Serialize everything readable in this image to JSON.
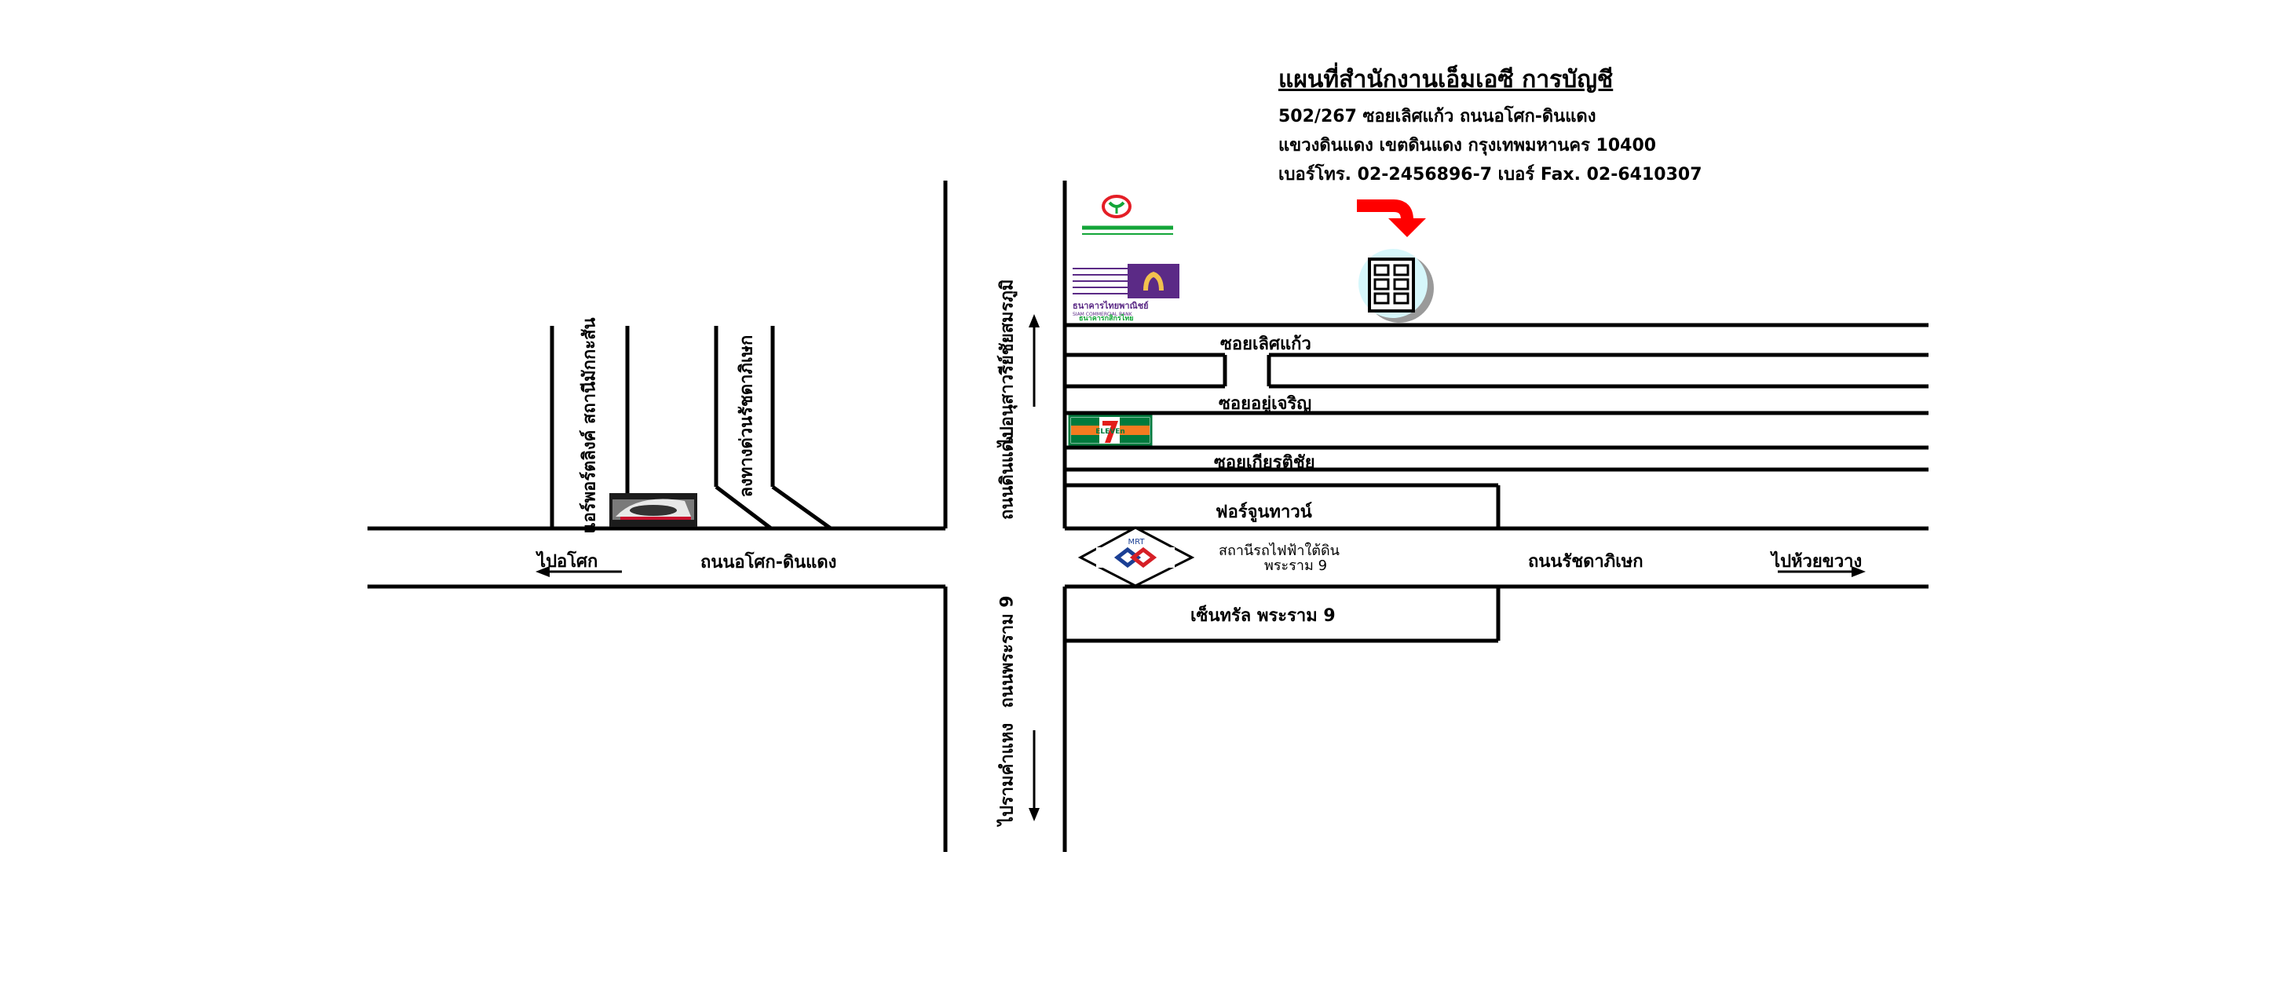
{
  "header": {
    "title": "แผนที่สำนักงานเอ็มเอซี การบัญชี",
    "address_line1": "502/267 ซอยเลิศแก้ว  ถนนอโศก-ดินแดง",
    "address_line2": "แขวงดินแดง  เขตดินแดง กรุงเทพมหานคร 10400",
    "contact_line": "เบอร์โทร. 02-2456896-7   เบอร์ Fax.  02-6410307"
  },
  "roads": {
    "soi_lertkaew": "ซอยเลิศแก้ว",
    "soi_yucharoen": "ซอยอยู่เจริญ",
    "soi_kiattichai": "ซอยเกียรติชัย",
    "asoke_dindaeng": "ถนนอโศก-ดินแดง",
    "ratchadaphisek": "ถนนรัชดาภิเษก",
    "din_daeng": "ถนนดินแดง",
    "rama9": "ถนนพระราม 9"
  },
  "directions": {
    "to_asoke": "ไปอโศก",
    "to_huai_khwang": "ไปห้วยขวาง",
    "to_victory_monument": "ไปอนุสาวรีย์ชัยสมรภูมิ",
    "to_ram_khamhaeng": "ไปรามคำแหง",
    "expressway_ratchada": "ลงทางด่วนรัชดาภิเษก",
    "airport_link": "แอร์พอร์ตลิงค์ สถานีมักกะสัน"
  },
  "places": {
    "fortune_town": "ฟอร์จูนทาวน์",
    "central_rama9": "เซ็นทรัล พระราม 9",
    "mrt_station_line1": "สถานีรถไฟฟ้าใต้ดิน",
    "mrt_station_line2": "พระราม 9",
    "mrt_logo_text": "MRT",
    "kbank_text": "ธนาคารกสิกรไทย",
    "scb_text_th": "ธนาคารไทยพาณิชย์",
    "scb_text_en": "SIAM COMMERCIAL BANK",
    "seven_eleven": "ELEVEn"
  },
  "icons": [
    "kbank-logo-icon",
    "scb-logo-icon",
    "seven-eleven-logo-icon",
    "mrt-logo-icon",
    "office-building-icon",
    "red-pointer-arrow-icon",
    "airport-link-train-icon"
  ],
  "colors": {
    "pointer_arrow": "#ff0000",
    "building_circle": "#d6f7fb",
    "scb_purple": "#5b2a86",
    "kbank_green": "#13a538",
    "seven_green": "#007a3d",
    "seven_orange": "#f47b20",
    "seven_red": "#e31d1a",
    "mrt_blue": "#1b3f94",
    "mrt_red": "#d61f26"
  }
}
